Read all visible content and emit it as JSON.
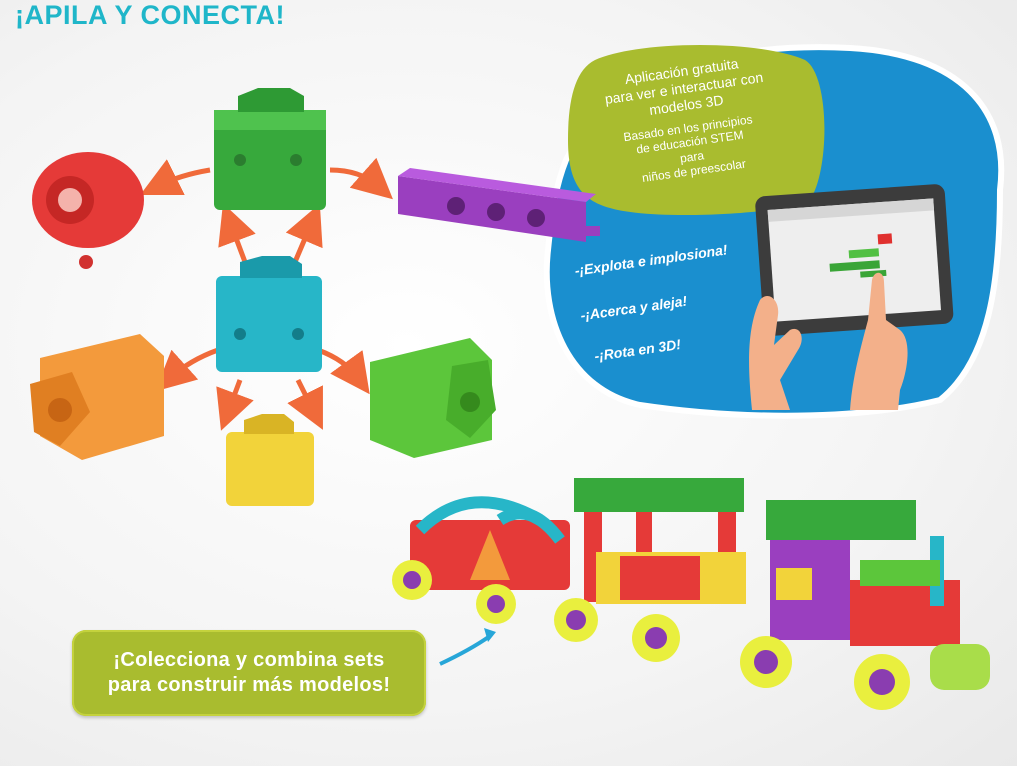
{
  "title": "¡APILA Y CONECTA!",
  "app_bubble": {
    "line1": "Aplicación gratuita\npara ver e interactuar con\nmodelos 3D",
    "line2": "Basado en los principios\nde educación STEM\npara\nniños de preescolar"
  },
  "features": [
    "-¡Explota e implosiona!",
    "-¡Acerca y aleja!",
    "-¡Rota en 3D!"
  ],
  "collect_label": "¡Colecciona y combina sets\npara construir más modelos!",
  "colors": {
    "title": "#1fb6c9",
    "blue_panel": "#1a8fcf",
    "green_bubble": "#a9bc2f",
    "arrow": "#f06a3a"
  }
}
